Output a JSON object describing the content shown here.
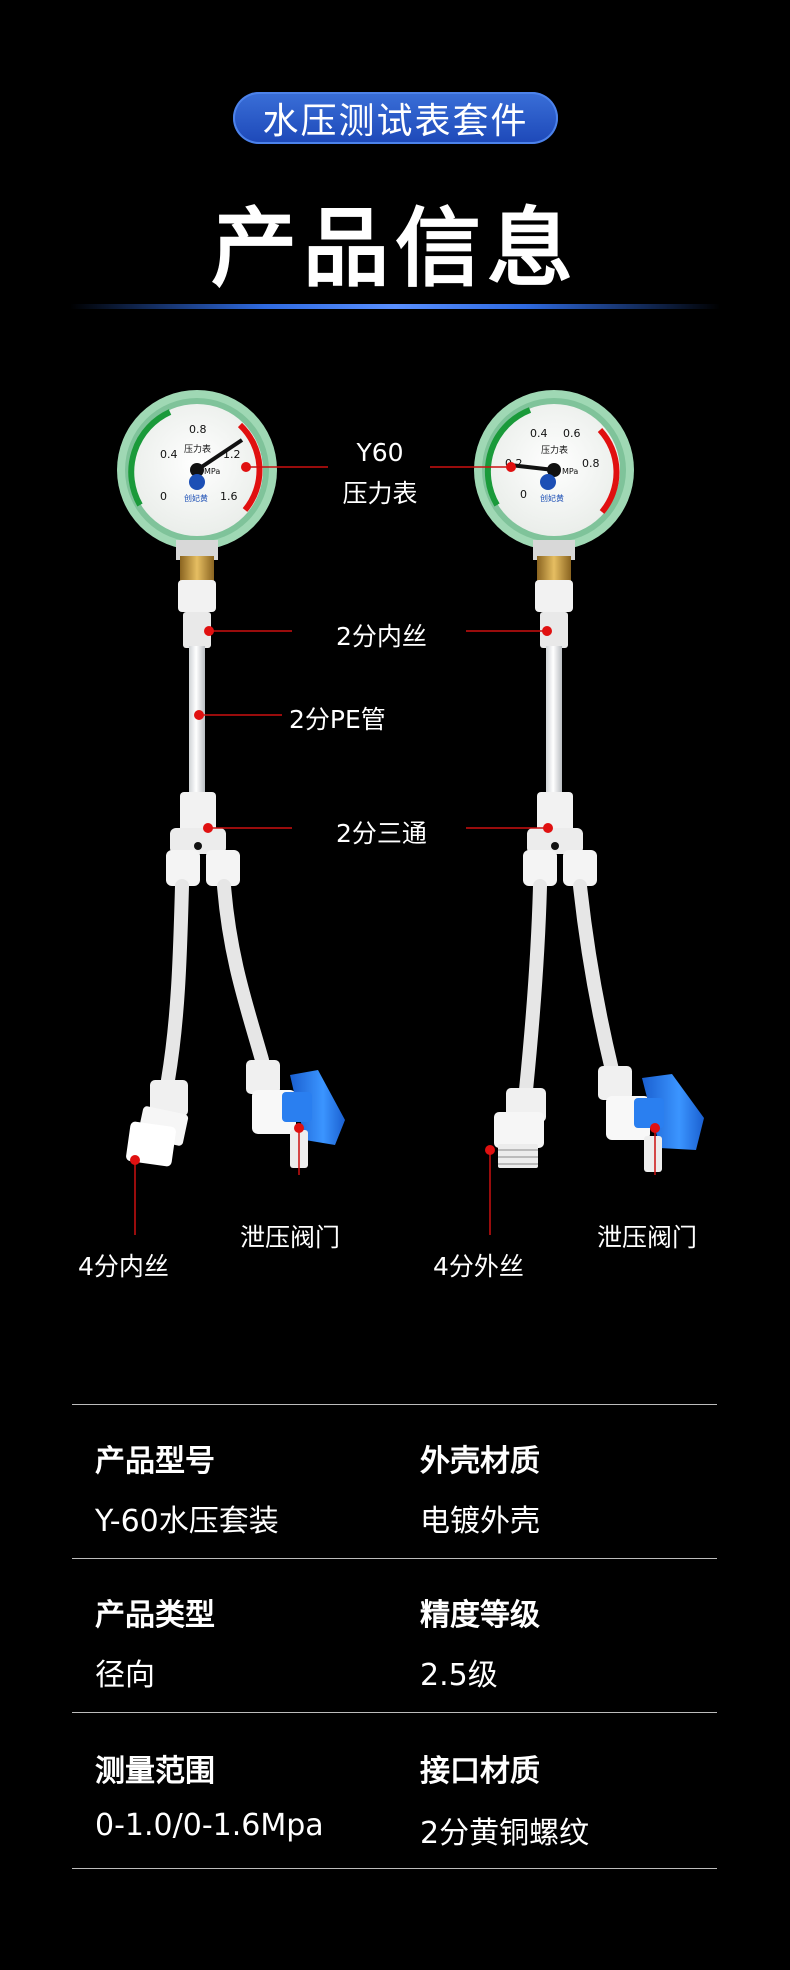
{
  "header": {
    "badge": "水压测试表套件",
    "title": "产品信息"
  },
  "callouts": {
    "gauge": {
      "line1": "Y60",
      "line2": "压力表"
    },
    "inner_thread_2": "2分内丝",
    "pe_pipe": "2分PE管",
    "tee": "2分三通",
    "left_end": "4分内丝",
    "left_valve": "泄压阀门",
    "right_end": "4分外丝",
    "right_valve": "泄压阀门"
  },
  "gauges": {
    "left": {
      "ticks": [
        "0.4",
        "0.8",
        "1.2",
        "1.6",
        "0"
      ],
      "unit": "MPa",
      "name": "压力表",
      "brand": "创妃黄"
    },
    "right": {
      "ticks": [
        "0.2",
        "0.4",
        "0.6",
        "0.8",
        "0"
      ],
      "unit": "MPa",
      "name": "压力表",
      "brand": "创妃黄"
    }
  },
  "specs": [
    {
      "k1": "产品型号",
      "v1": "Y-60水压套装",
      "k2": "外壳材质",
      "v2": "电镀外壳"
    },
    {
      "k1": "产品类型",
      "v1": "径向",
      "k2": "精度等级",
      "v2": "2.5级"
    },
    {
      "k1": "测量范围",
      "v1": "0-1.0/0-1.6Mpa",
      "k2": "接口材质",
      "v2": "2分黄铜螺纹"
    }
  ],
  "colors": {
    "accent_blue": "#2a5fd0",
    "valve_blue": "#2a7ff0",
    "pointer_red": "#e01010",
    "gauge_rim": "#9fd8b4"
  }
}
